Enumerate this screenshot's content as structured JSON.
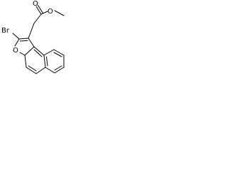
{
  "molecule": {
    "atoms": {
      "br": "Br",
      "ring_o": "O",
      "carbonyl_o": "O",
      "ester_o": "O"
    }
  }
}
